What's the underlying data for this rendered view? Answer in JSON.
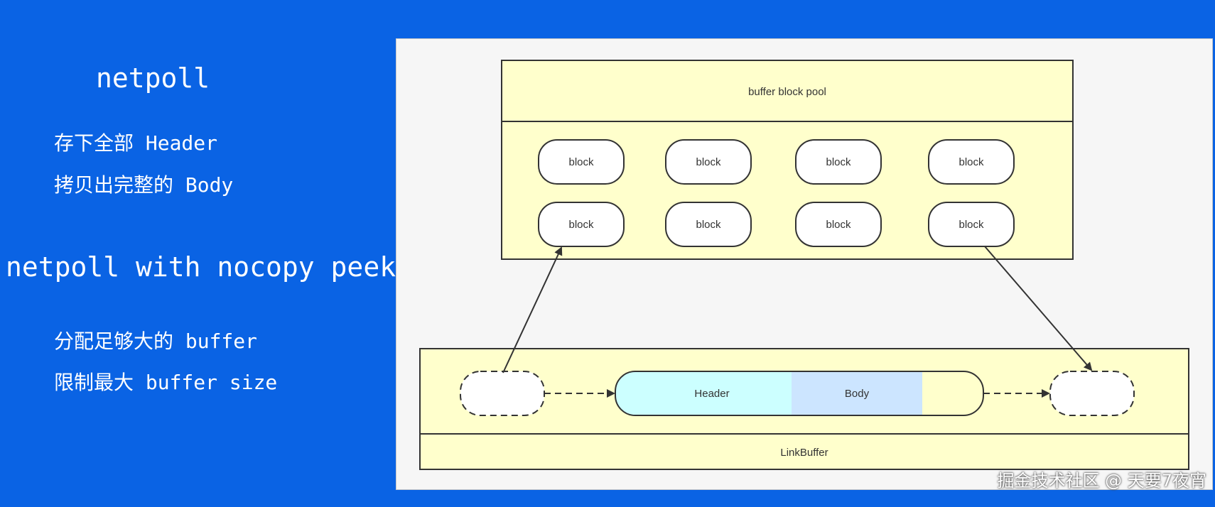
{
  "left": {
    "title1": "netpoll",
    "bullet1": "存下全部 Header",
    "bullet2": "拷贝出完整的 Body",
    "title2": "netpoll with nocopy peek",
    "bullet3": "分配足够大的 buffer",
    "bullet4": "限制最大 buffer size"
  },
  "diagram": {
    "pool_label": "buffer block pool",
    "blocks": [
      "block",
      "block",
      "block",
      "block",
      "block",
      "block",
      "block",
      "block"
    ],
    "header_label": "Header",
    "body_label": "Body",
    "linkbuffer_label": "LinkBuffer",
    "colors": {
      "pool_fill": "#ffffcc",
      "header_fill": "#ccffff",
      "body_fill": "#cce5ff",
      "stroke": "#333333"
    }
  },
  "watermark": "掘金技术社区 @ 天要7夜宵"
}
